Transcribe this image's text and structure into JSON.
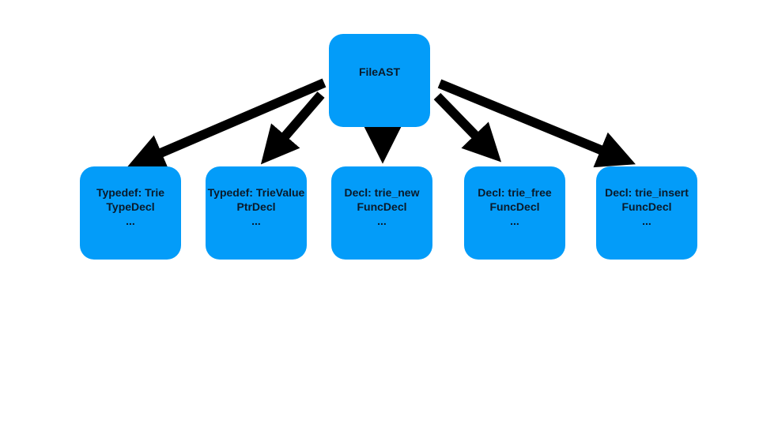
{
  "root": {
    "label": "FileAST"
  },
  "children": [
    {
      "line1": "Typedef: Trie",
      "line2": "TypeDecl",
      "line3": "..."
    },
    {
      "line1": "Typedef: TrieValue",
      "line2": "PtrDecl",
      "line3": "..."
    },
    {
      "line1": "Decl: trie_new",
      "line2": "FuncDecl",
      "line3": "..."
    },
    {
      "line1": "Decl: trie_free",
      "line2": "FuncDecl",
      "line3": "..."
    },
    {
      "line1": "Decl: trie_insert",
      "line2": "FuncDecl",
      "line3": "..."
    }
  ],
  "colors": {
    "node_fill": "#039cf9",
    "arrow": "#000000",
    "text": "#0a1a2a"
  }
}
